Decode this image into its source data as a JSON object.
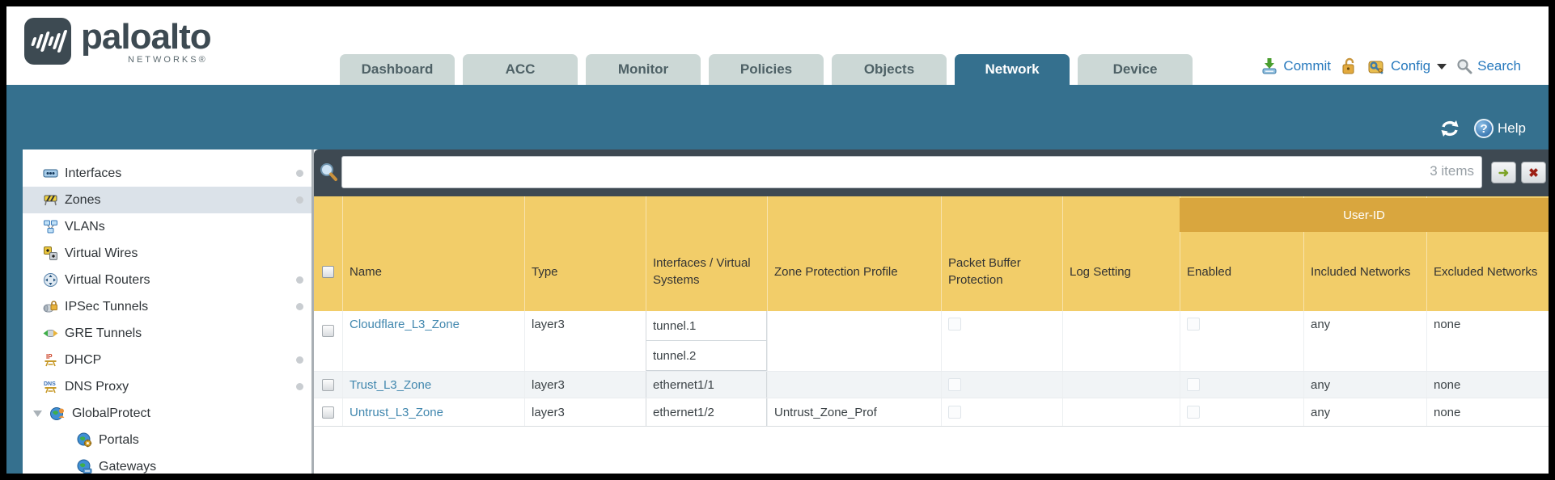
{
  "brand": {
    "name": "paloalto",
    "subname": "NETWORKS®"
  },
  "nav": {
    "tabs": [
      {
        "label": "Dashboard",
        "active": false
      },
      {
        "label": "ACC",
        "active": false
      },
      {
        "label": "Monitor",
        "active": false
      },
      {
        "label": "Policies",
        "active": false
      },
      {
        "label": "Objects",
        "active": false
      },
      {
        "label": "Network",
        "active": true
      },
      {
        "label": "Device",
        "active": false
      }
    ],
    "actions": {
      "commit": "Commit",
      "config": "Config",
      "search": "Search"
    }
  },
  "toolbar": {
    "help": "Help"
  },
  "sidebar": {
    "items": [
      {
        "label": "Interfaces",
        "icon": "interfaces-icon",
        "dot": true,
        "selected": false
      },
      {
        "label": "Zones",
        "icon": "zones-icon",
        "dot": true,
        "selected": true
      },
      {
        "label": "VLANs",
        "icon": "vlans-icon",
        "dot": false,
        "selected": false
      },
      {
        "label": "Virtual Wires",
        "icon": "virtual-wires-icon",
        "dot": false,
        "selected": false
      },
      {
        "label": "Virtual Routers",
        "icon": "virtual-routers-icon",
        "dot": true,
        "selected": false
      },
      {
        "label": "IPSec Tunnels",
        "icon": "ipsec-tunnels-icon",
        "dot": true,
        "selected": false
      },
      {
        "label": "GRE Tunnels",
        "icon": "gre-tunnels-icon",
        "dot": false,
        "selected": false
      },
      {
        "label": "DHCP",
        "icon": "dhcp-icon",
        "dot": true,
        "selected": false
      },
      {
        "label": "DNS Proxy",
        "icon": "dns-proxy-icon",
        "dot": true,
        "selected": false
      },
      {
        "label": "GlobalProtect",
        "icon": "globalprotect-icon",
        "dot": false,
        "selected": false,
        "expanded": true
      },
      {
        "label": "Portals",
        "icon": "portals-icon",
        "dot": false,
        "selected": false,
        "child": true
      },
      {
        "label": "Gateways",
        "icon": "gateways-icon",
        "dot": false,
        "selected": false,
        "child": true
      }
    ]
  },
  "filterbar": {
    "value": "",
    "count_label": "3 items"
  },
  "table": {
    "group_header": "User-ID",
    "columns": [
      "Name",
      "Type",
      "Interfaces / Virtual Systems",
      "Zone Protection Profile",
      "Packet Buffer Protection",
      "Log Setting",
      "Enabled",
      "Included Networks",
      "Excluded Networks"
    ],
    "rows": [
      {
        "name": "Cloudflare_L3_Zone",
        "type": "layer3",
        "interfaces": [
          "tunnel.1",
          "tunnel.2"
        ],
        "zone_protection_profile": "",
        "log_setting": "",
        "included_networks": "any",
        "excluded_networks": "none"
      },
      {
        "name": "Trust_L3_Zone",
        "type": "layer3",
        "interfaces": [
          "ethernet1/1"
        ],
        "zone_protection_profile": "",
        "log_setting": "",
        "included_networks": "any",
        "excluded_networks": "none"
      },
      {
        "name": "Untrust_L3_Zone",
        "type": "layer3",
        "interfaces": [
          "ethernet1/2"
        ],
        "zone_protection_profile": "Untrust_Zone_Prof",
        "log_setting": "",
        "included_networks": "any",
        "excluded_networks": "none"
      }
    ]
  },
  "colors": {
    "teal": "#35708e",
    "header_amber": "#f2cd69",
    "userid_band": "#d9a63e",
    "link_blue": "#4187ae",
    "filterbar_bg": "#3e4952",
    "action_blue": "#2779bd",
    "selected_item_bg": "#dbe2e9",
    "inactive_tab": "#ccd8d6"
  }
}
